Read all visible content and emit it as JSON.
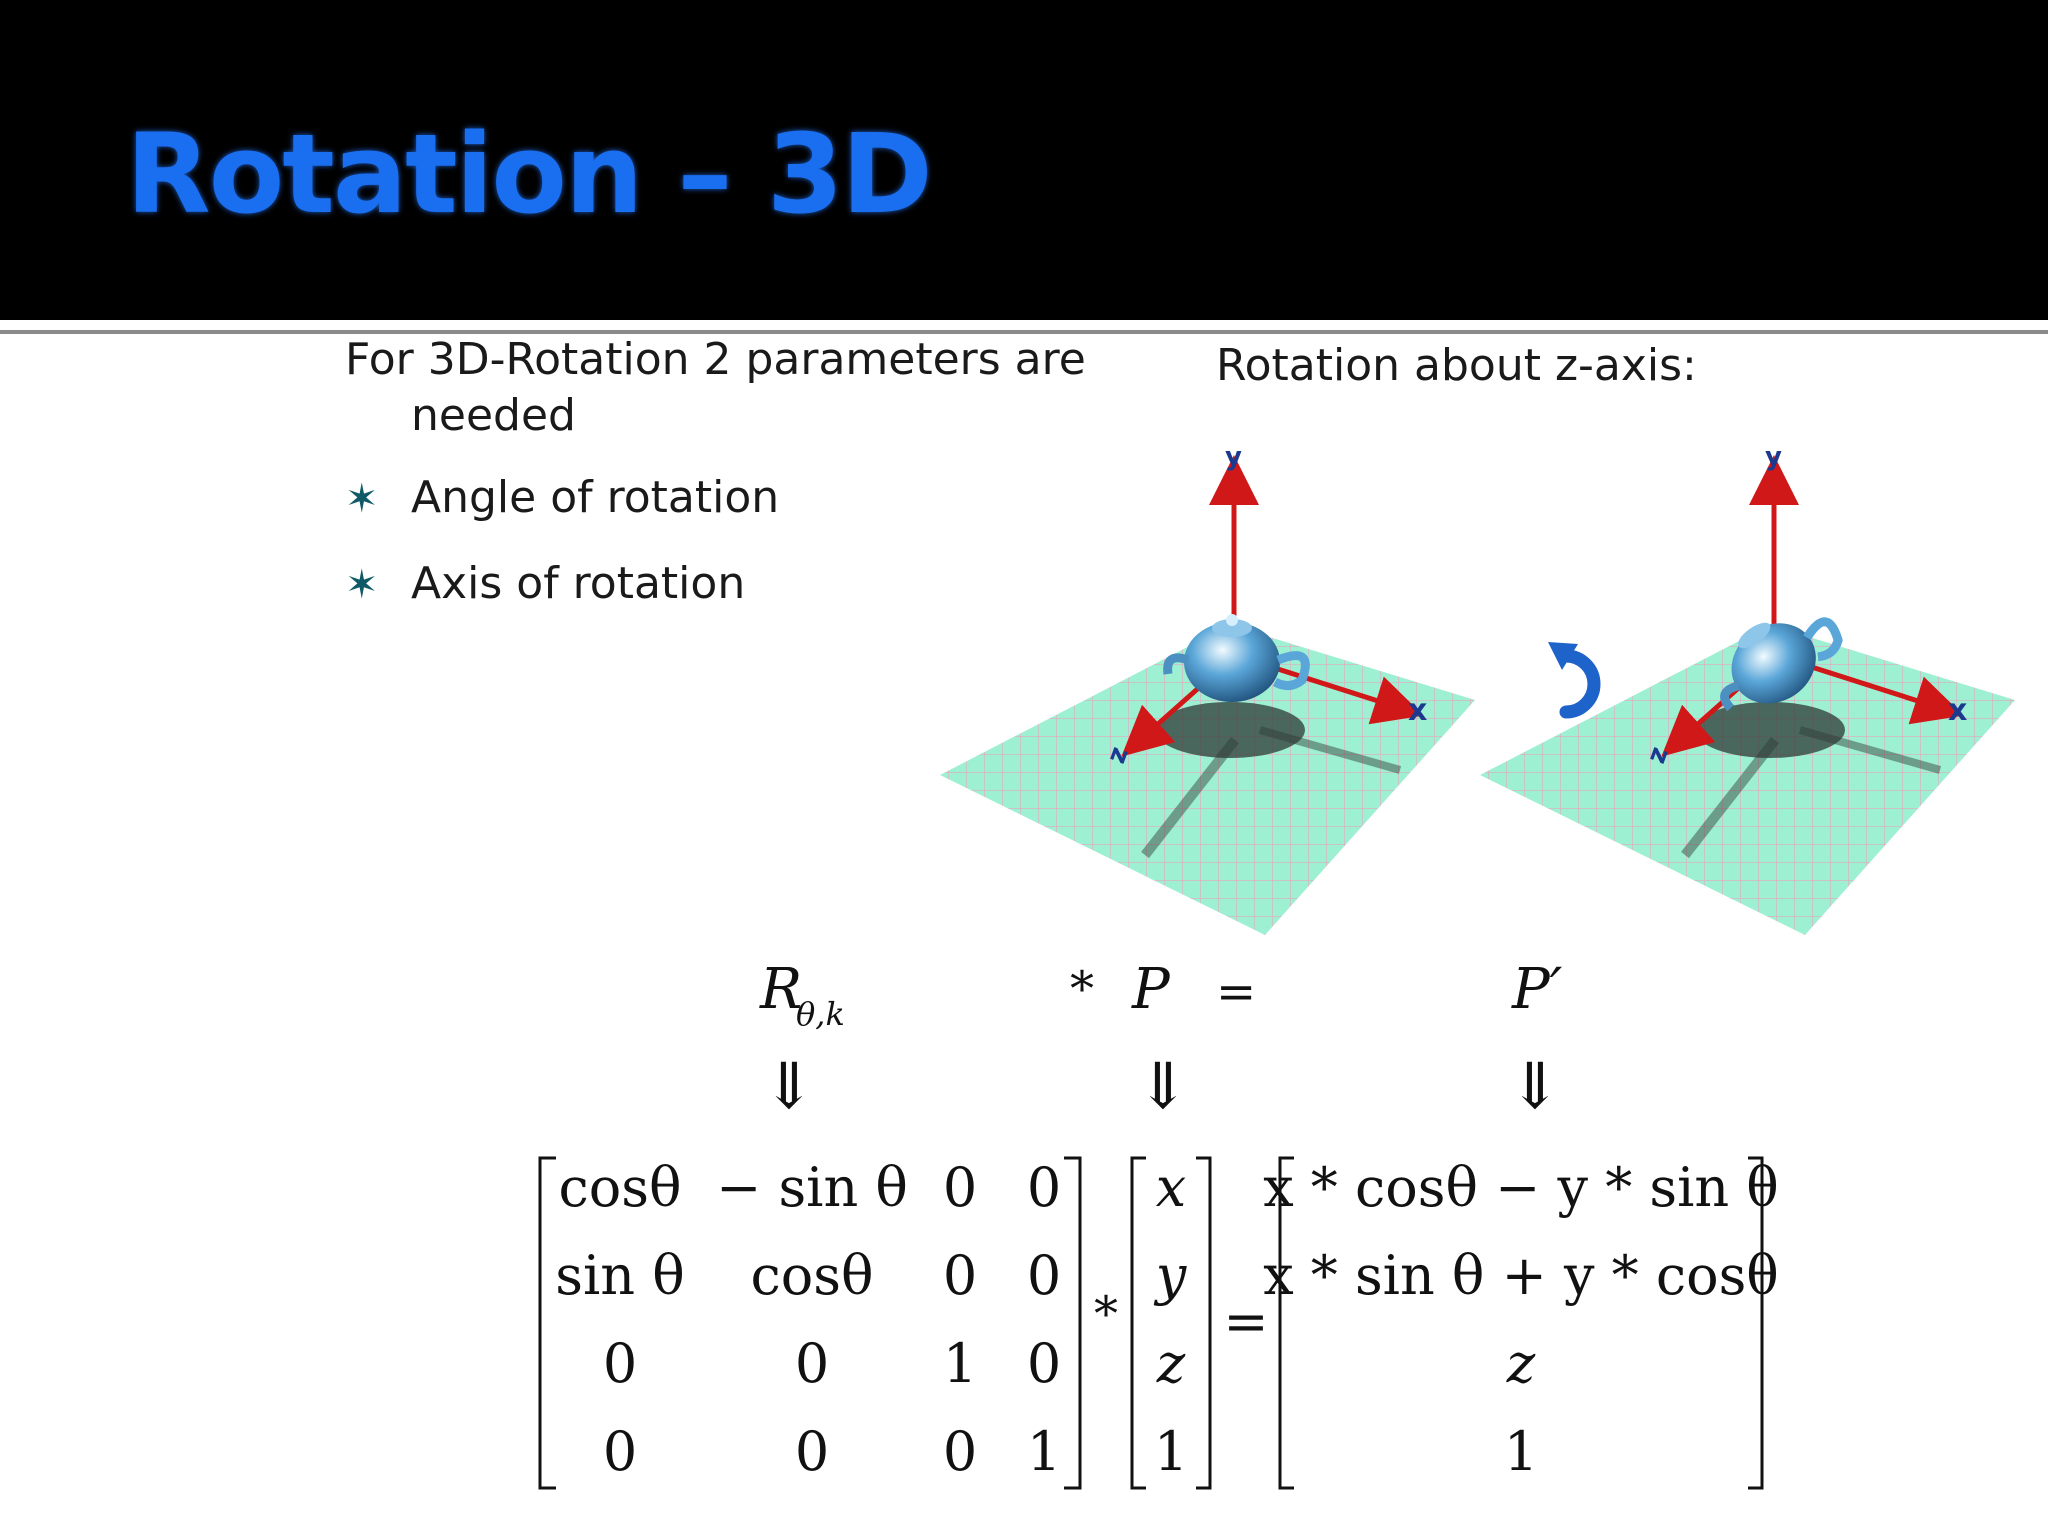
{
  "slide": {
    "title": "Rotation – 3D",
    "intro": "For 3D-Rotation 2 parameters are needed",
    "bullets": [
      "Angle of rotation",
      "Axis of rotation"
    ],
    "bullet_symbol": "✶",
    "z_axis_label": "Rotation about z-axis:"
  },
  "figures": {
    "left": {
      "axis_y": "y",
      "axis_x": "x",
      "axis_z": "z"
    },
    "right": {
      "axis_y": "y",
      "axis_x": "x",
      "axis_z": "z"
    }
  },
  "equation": {
    "labels": {
      "R": "R",
      "R_sub": "θ,k",
      "star": "*",
      "P": "P",
      "equals": "=",
      "P_prime": "P′",
      "arrow": "⇓"
    },
    "matrix_R": [
      [
        "cosθ",
        "− sin θ",
        "0",
        "0"
      ],
      [
        "sin θ",
        "cosθ",
        "0",
        "0"
      ],
      [
        "0",
        "0",
        "1",
        "0"
      ],
      [
        "0",
        "0",
        "0",
        "1"
      ]
    ],
    "vector_P": [
      "x",
      "y",
      "z",
      "1"
    ],
    "vector_result": [
      "x * cosθ − y * sin θ",
      "x * sin θ + y * cosθ",
      "z",
      "1"
    ],
    "op_multiply": "*",
    "op_equals": "="
  },
  "colors": {
    "title": "#1a6ef0",
    "header_bg": "#000000",
    "floor": "#9ef0d2",
    "axis": "#d01818",
    "bullet_star": "#0f5a66"
  }
}
